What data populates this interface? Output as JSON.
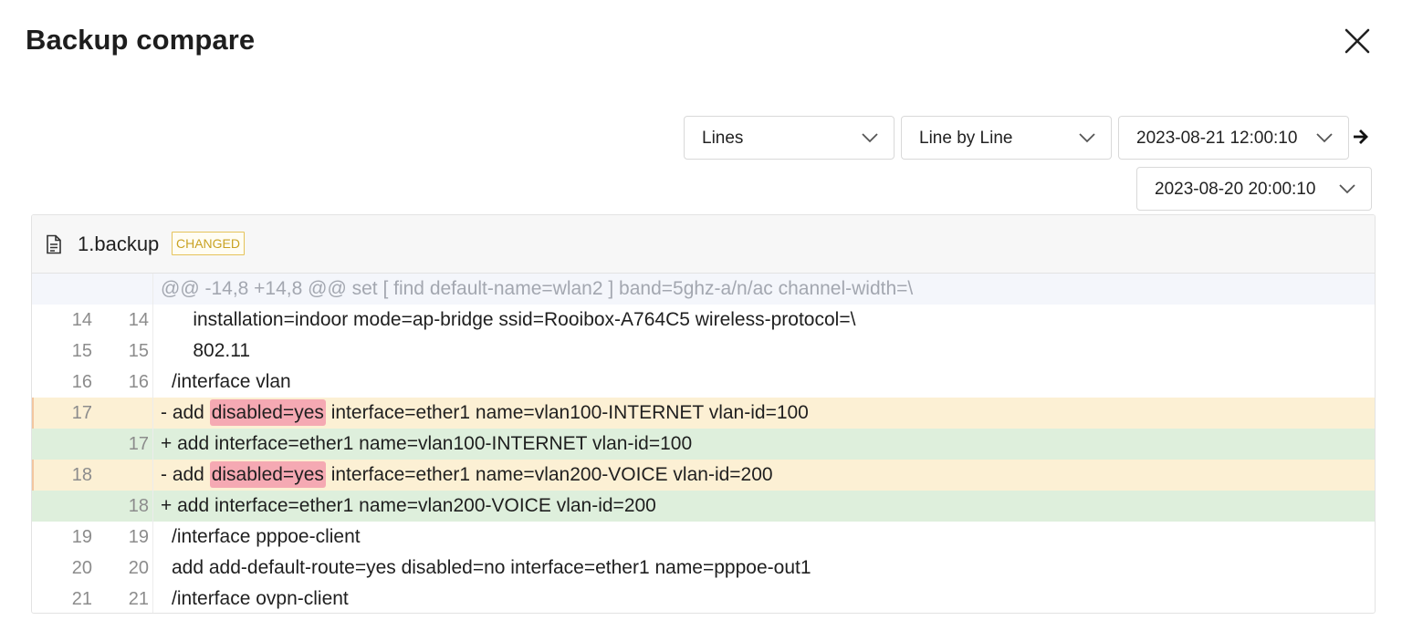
{
  "modal": {
    "title": "Backup compare",
    "close_icon": "close-icon"
  },
  "toolbar": {
    "mode_select": {
      "value": "Lines",
      "icon": "chevron-down-icon"
    },
    "view_select": {
      "value": "Line by Line",
      "icon": "chevron-down-icon"
    },
    "date_a_select": {
      "value": "2023-08-21 12:00:10",
      "icon": "chevron-down-icon"
    },
    "date_b_select": {
      "value": "2023-08-20 20:00:10",
      "icon": "chevron-down-icon"
    },
    "swap_icon": "arrow-right-icon"
  },
  "file": {
    "icon": "file-text-icon",
    "name": "1.backup",
    "status": "CHANGED"
  },
  "diff": {
    "hunk_header": "@@ -14,8 +14,8 @@ set [ find default-name=wlan2 ] band=5ghz-a/n/ac channel-width=\\",
    "rows": [
      {
        "type": "context",
        "old": "14",
        "new": "14",
        "text": "    installation=indoor mode=ap-bridge ssid=Rooibox-A764C5 wireless-protocol=\\"
      },
      {
        "type": "context",
        "old": "15",
        "new": "15",
        "text": "    802.11"
      },
      {
        "type": "context",
        "old": "16",
        "new": "16",
        "text": "/interface vlan"
      },
      {
        "type": "del",
        "old": "17",
        "new": "",
        "prefix": "- add ",
        "highlight": "disabled=yes",
        "suffix": " interface=ether1 name=vlan100-INTERNET vlan-id=100"
      },
      {
        "type": "add",
        "old": "",
        "new": "17",
        "text": "+ add interface=ether1 name=vlan100-INTERNET vlan-id=100"
      },
      {
        "type": "del",
        "old": "18",
        "new": "",
        "prefix": "- add ",
        "highlight": "disabled=yes",
        "suffix": " interface=ether1 name=vlan200-VOICE vlan-id=200"
      },
      {
        "type": "add",
        "old": "",
        "new": "18",
        "text": "+ add interface=ether1 name=vlan200-VOICE vlan-id=200"
      },
      {
        "type": "context",
        "old": "19",
        "new": "19",
        "text": "/interface pppoe-client"
      },
      {
        "type": "context",
        "old": "20",
        "new": "20",
        "text": "add add-default-route=yes disabled=no interface=ether1 name=pppoe-out1"
      },
      {
        "type": "context",
        "old": "21",
        "new": "21",
        "text": "/interface ovpn-client"
      }
    ]
  },
  "colors": {
    "deleted_bg": "#fcf0d4",
    "added_bg": "#deefdc",
    "highlight_bg": "#f5a9b3",
    "hunk_bg": "#f4f6fb",
    "status_tag": "#c9a223"
  }
}
